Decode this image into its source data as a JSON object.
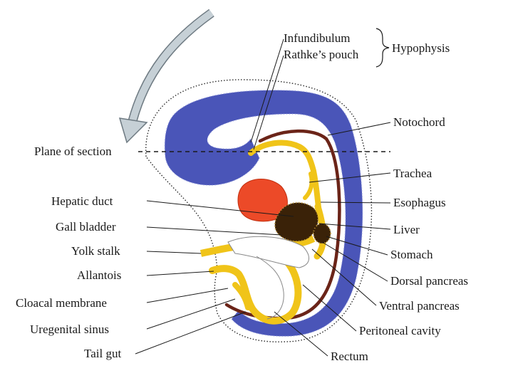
{
  "labels": {
    "infundibulum": "Infundibulum",
    "rathkes_pouch": "Rathke’s pouch",
    "hypophysis": "Hypophysis",
    "notochord": "Notochord",
    "plane_of_section": "Plane of section",
    "trachea": "Trachea",
    "esophagus": "Esophagus",
    "hepatic_duct": "Hepatic duct",
    "liver": "Liver",
    "gall_bladder": "Gall bladder",
    "stomach": "Stomach",
    "yolk_stalk": "Yolk stalk",
    "dorsal_pancreas": "Dorsal pancreas",
    "allantois": "Allantois",
    "ventral_pancreas": "Ventral pancreas",
    "cloacal_membrane": "Cloacal membrane",
    "uregenital_sinus": "Uregenital sinus",
    "peritoneal_cavity": "Peritoneal cavity",
    "tail_gut": "Tail gut",
    "rectum": "Rectum"
  },
  "colors": {
    "neural_tube": "#4a55b8",
    "gut_endoderm": "#f0c419",
    "heart": "#ec4a28",
    "notochord": "#6b2418",
    "liver": "#3a2208",
    "arrow": "#b8c4cc"
  }
}
